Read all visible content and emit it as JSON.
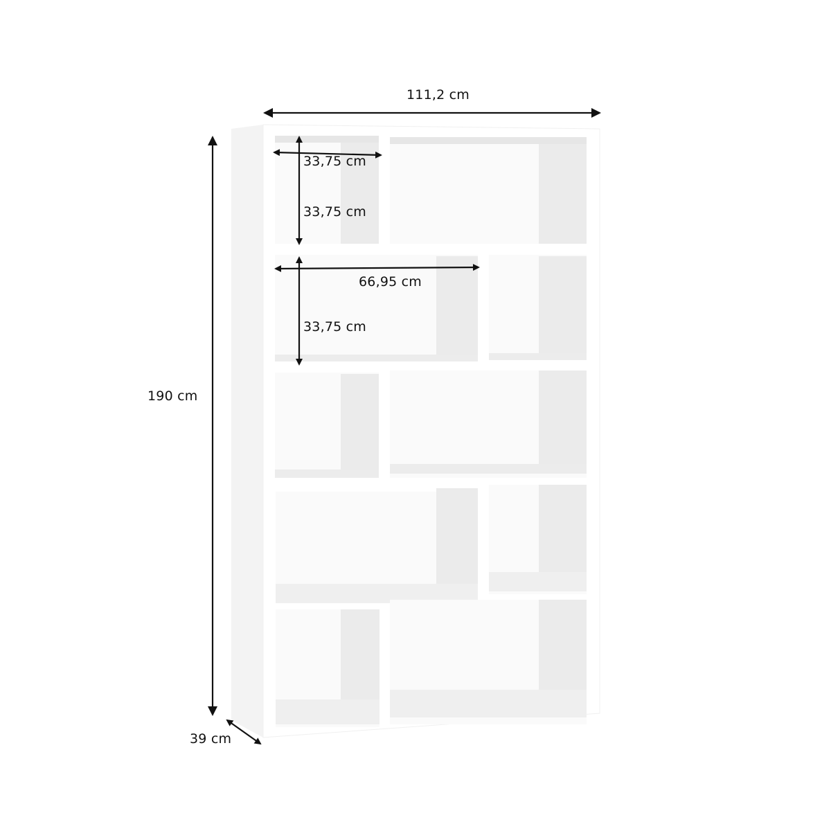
{
  "diagram": {
    "subject": "White asymmetric bookshelf with 5 tiers",
    "colors": {
      "background": "#ffffff",
      "shelf_face": "#ffffff",
      "shelf_side": "#f4f4f4",
      "shelf_inner_shade": "#e8e8e8",
      "dimension_line": "#111111"
    },
    "dimensions": {
      "width": "111,2 cm",
      "height": "190 cm",
      "depth": "39 cm",
      "small_cube_width": "33,75 cm",
      "small_cube_height": "33,75 cm",
      "wide_compartment_width": "66,95 cm",
      "wide_compartment_height": "33,75 cm"
    }
  }
}
